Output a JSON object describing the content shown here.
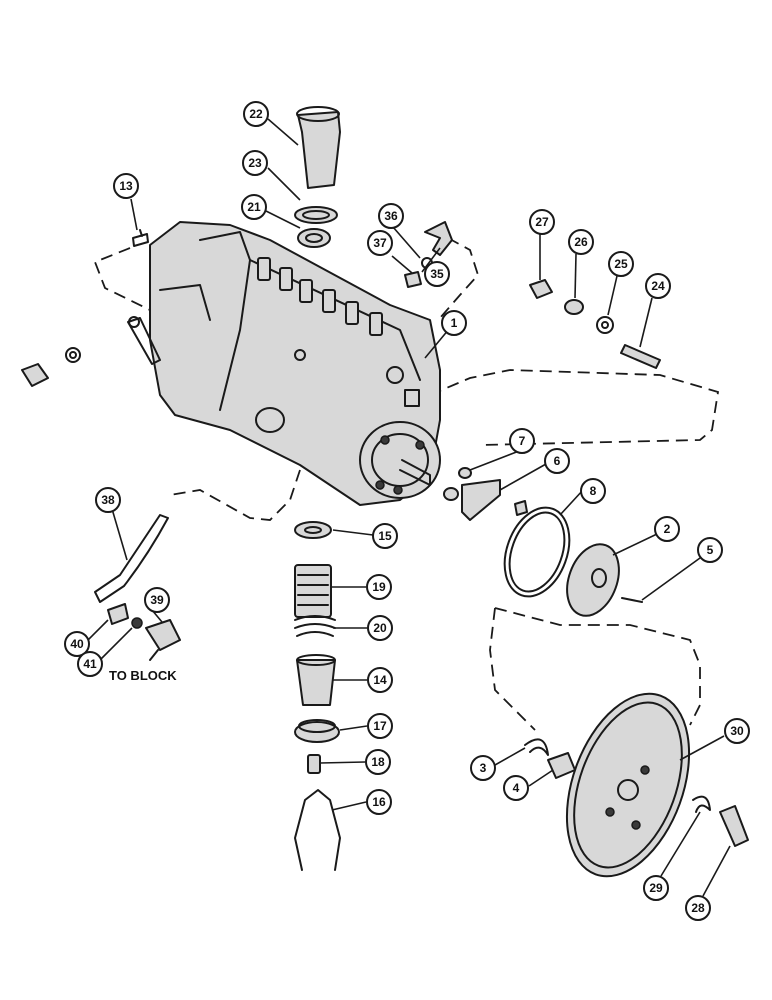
{
  "diagram": {
    "callouts": [
      "1",
      "2",
      "3",
      "4",
      "5",
      "6",
      "7",
      "8",
      "13",
      "14",
      "15",
      "16",
      "17",
      "18",
      "19",
      "20",
      "21",
      "22",
      "23",
      "24",
      "25",
      "26",
      "27",
      "28",
      "29",
      "30",
      "35",
      "36",
      "37",
      "38",
      "39",
      "40",
      "41"
    ],
    "note": "TO BLOCK"
  }
}
